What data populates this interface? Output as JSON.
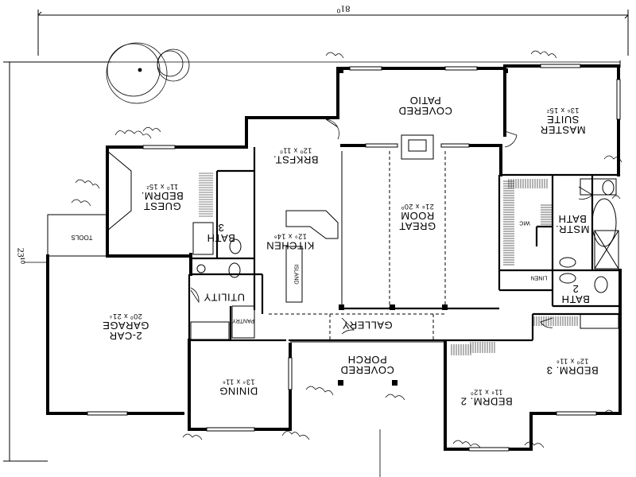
{
  "dimensions": {
    "overall_width": "81⁰",
    "overall_depth": "23¹⁰"
  },
  "rooms": {
    "covered_patio": {
      "l1": "COVERED",
      "l2": "PATIO"
    },
    "master_suite": {
      "l1": "MASTER",
      "l2": "SUITE",
      "dim": "13⁶ x 15²"
    },
    "brkfst": {
      "name": "BRKFST.",
      "dim": "12⁰ x 11⁰"
    },
    "guest_bedrm": {
      "l1": "GUEST",
      "l2": "BEDRM.",
      "dim": "11⁰ x 15²"
    },
    "bath3": {
      "l1": "BATH",
      "l2": "3"
    },
    "tools": {
      "name": "TOOLS"
    },
    "kitchen": {
      "name": "KITCHEN",
      "dim": "12⁹ x 14⁶",
      "island": "ISLAND"
    },
    "great_room": {
      "l1": "GREAT",
      "l2": "ROOM",
      "dim": "21⁸ x 20⁰"
    },
    "wic": {
      "name": "WIC"
    },
    "mstr_bath": {
      "l1": "MSTR.",
      "l2": "BATH"
    },
    "linen": {
      "name": "LINEN"
    },
    "bath2": {
      "l1": "BATH",
      "l2": "2"
    },
    "utility": {
      "name": "UTILITY"
    },
    "pantry": {
      "name": "PANTRY"
    },
    "garage": {
      "l1": "2-CAR",
      "l2": "GARAGE",
      "dim": "20⁰ x 21⁴"
    },
    "gallery": {
      "name": "GALLERY"
    },
    "covered_porch": {
      "l1": "COVERED",
      "l2": "PORCH"
    },
    "bedrm3": {
      "name": "BEDRM. 3",
      "dim": "12⁰ x 11⁸"
    },
    "dining": {
      "name": "DINING",
      "dim": "13⁴ x 11⁶"
    },
    "bedrm2": {
      "name": "BEDRM. 2",
      "dim": "11⁸ x 12⁰"
    }
  }
}
